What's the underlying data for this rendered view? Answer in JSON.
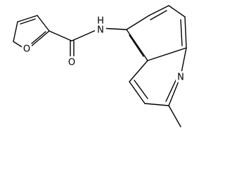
{
  "molecule": {
    "atoms": {
      "furan_oxygen": "O",
      "carbonyl_oxygen": "O",
      "amide_nitrogen": "N",
      "amide_hydrogen": "H",
      "quinoline_nitrogen": "N"
    }
  }
}
